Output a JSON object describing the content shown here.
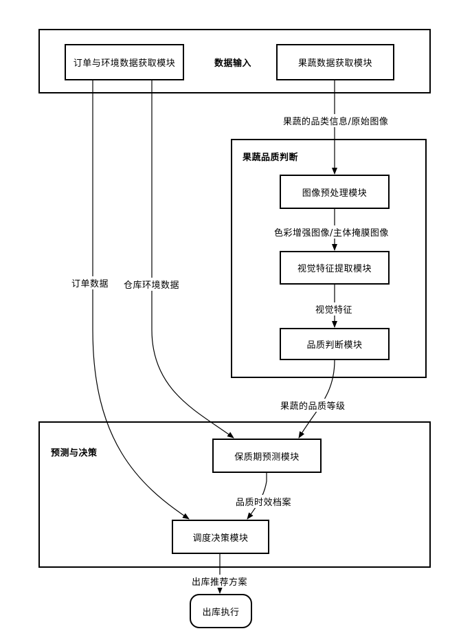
{
  "groups": {
    "data_input": "数据输入",
    "quality_judgment": "果蔬品质判断",
    "prediction_decision": "预测与决策"
  },
  "modules": {
    "order_env_acquisition": "订单与环境数据获取模块",
    "produce_data_acquisition": "果蔬数据获取模块",
    "image_preprocessing": "图像预处理模块",
    "visual_feature_extraction": "视觉特征提取模块",
    "quality_judgment": "品质判断模块",
    "shelf_life_prediction": "保质期预测模块",
    "scheduling_decision": "调度决策模块",
    "outbound_execution": "出库执行"
  },
  "edge_labels": {
    "category_raw_image": "果蔬的品类信息/原始图像",
    "enhanced_masked_image": "色彩增强图像/主体掩膜图像",
    "visual_features": "视觉特征",
    "quality_grade": "果蔬的品质等级",
    "order_data": "订单数据",
    "warehouse_env_data": "仓库环境数据",
    "quality_time_profile": "品质时效档案",
    "outbound_plan": "出库推荐方案"
  }
}
